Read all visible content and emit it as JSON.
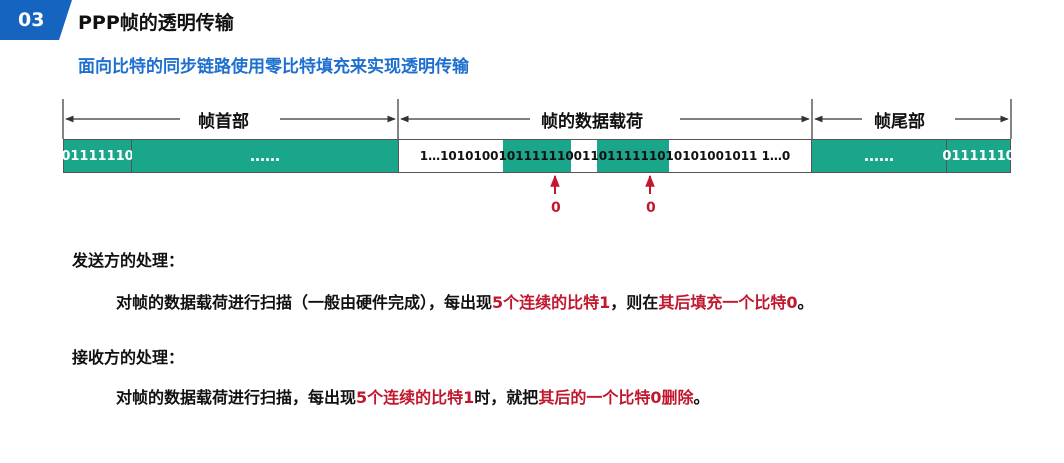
{
  "header": {
    "badge": "03",
    "title": "PPP帧的透明传输",
    "subtitle": "面向比特的同步链路使用零比特填充来实现透明传输"
  },
  "frame": {
    "labels": {
      "header": "帧首部",
      "payload": "帧的数据载荷",
      "trailer": "帧尾部"
    },
    "flag_start": "01111110",
    "header_fill": "……",
    "payload_text": "1…10101001011111100110111111010101001011 1…0",
    "payload_segments": [
      "1…1010100101111110",
      "011",
      "0111111",
      "0",
      "10101001011 1…0"
    ],
    "trailer_fill": "……",
    "flag_end": "01111110",
    "stuffed_bits": [
      "0",
      "0"
    ],
    "colors": {
      "accent": "#1aa68a",
      "badge": "#1565c0",
      "subtitle": "#1e6fd0",
      "emphasis": "#c0182f"
    }
  },
  "sender": {
    "heading": "发送方的处理：",
    "parts": [
      "对帧的数据载荷进行扫描（一般由硬件完成），每出现",
      "5个连续的比特1",
      "，则在",
      "其后填充一个比特0",
      "。"
    ]
  },
  "receiver": {
    "heading": "接收方的处理：",
    "parts": [
      "对帧的数据载荷进行扫描，每出现",
      "5个连续的比特1",
      "时，就把",
      "其后的一个比特0删除",
      "。"
    ]
  }
}
